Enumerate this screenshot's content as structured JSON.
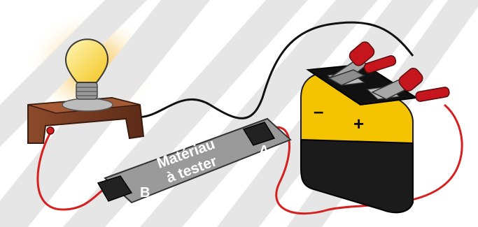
{
  "material": {
    "line1": "Matériau",
    "line2": "à tester"
  },
  "terminals": {
    "a": "A",
    "b": "B"
  },
  "battery": {
    "minus": "–",
    "plus": "+"
  },
  "icons": [
    "light-bulb-icon",
    "battery-icon",
    "alligator-clip-icon",
    "wire-icon"
  ],
  "colors": {
    "bulb_glow": "#f7c64a",
    "bulb_base": "#7a3b22",
    "battery_yellow": "#f5c400",
    "battery_black": "#1b1b1b",
    "wire_red": "#d61f1f",
    "wire_black": "#111111",
    "clip_red": "#c4161c"
  }
}
